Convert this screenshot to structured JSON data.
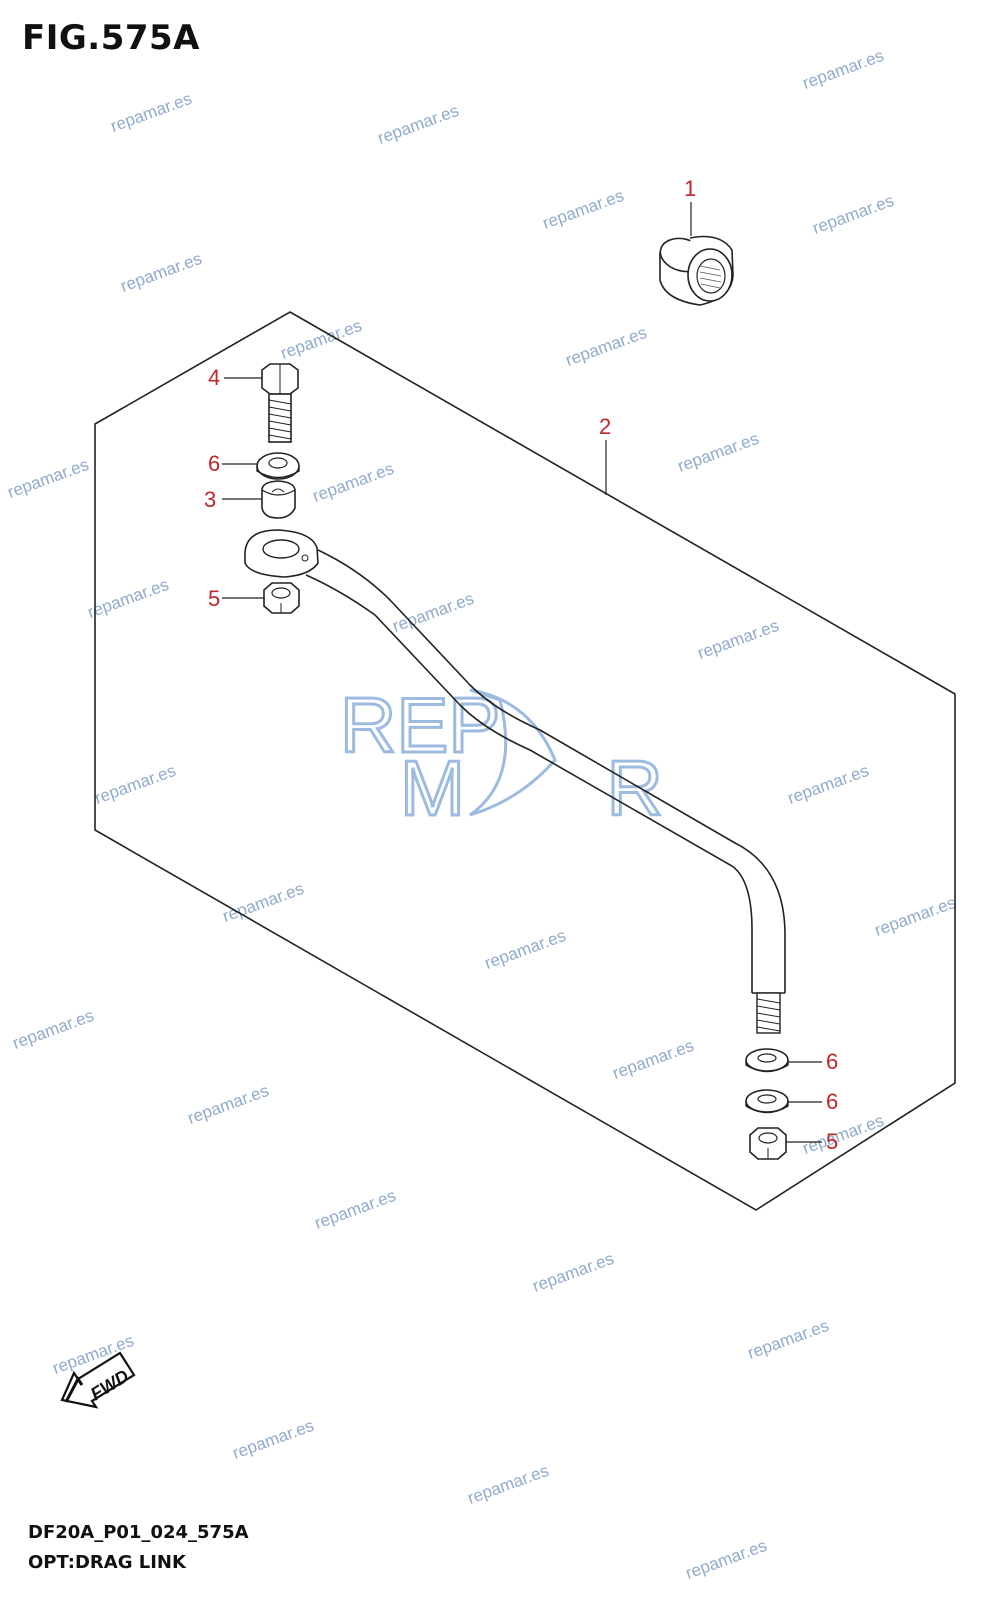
{
  "figure": {
    "title": "FIG.575A"
  },
  "footer": {
    "code": "DF20A_P01_024_575A",
    "caption": "OPT:DRAG LINK"
  },
  "callouts": [
    {
      "id": "1",
      "part": "nut-cap"
    },
    {
      "id": "2",
      "part": "drag-link-kit"
    },
    {
      "id": "4",
      "part": "bolt"
    },
    {
      "id": "6",
      "part": "washer"
    },
    {
      "id": "3",
      "part": "collar"
    },
    {
      "id": "5",
      "part": "nut"
    },
    {
      "id": "6",
      "part": "washer"
    },
    {
      "id": "6",
      "part": "washer"
    },
    {
      "id": "5",
      "part": "nut"
    }
  ],
  "direction_marker": {
    "label": "FWD"
  },
  "watermark": {
    "text": "repamar.es",
    "logo_top": "REP",
    "logo_bottom": "M R"
  },
  "colors": {
    "callout": "#c0262a",
    "line": "#111111",
    "watermark": "#7d9cc4"
  }
}
